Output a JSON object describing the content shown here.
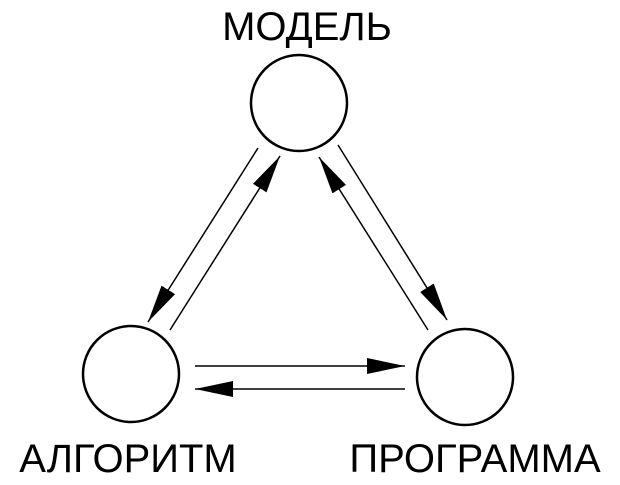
{
  "diagram": {
    "nodes": [
      {
        "id": "model",
        "label": "МОДЕЛЬ"
      },
      {
        "id": "algorithm",
        "label": "АЛГОРИТМ"
      },
      {
        "id": "program",
        "label": "ПРОГРАММА"
      }
    ],
    "edges": [
      {
        "from": "model",
        "to": "algorithm"
      },
      {
        "from": "algorithm",
        "to": "model"
      },
      {
        "from": "model",
        "to": "program"
      },
      {
        "from": "program",
        "to": "model"
      },
      {
        "from": "algorithm",
        "to": "program"
      },
      {
        "from": "program",
        "to": "algorithm"
      }
    ],
    "colors": {
      "stroke": "#000000",
      "background": "#ffffff"
    }
  }
}
